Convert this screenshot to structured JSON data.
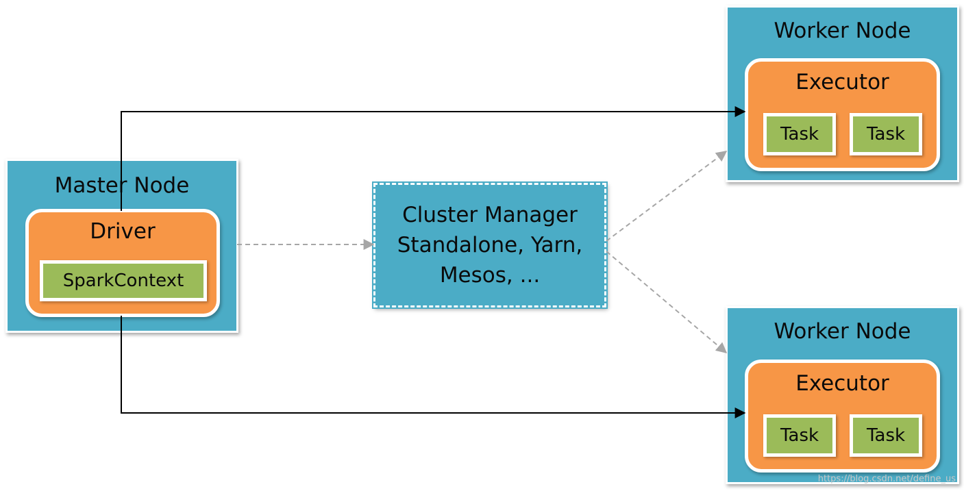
{
  "master": {
    "title": "Master Node",
    "driver": "Driver",
    "context": "SparkContext"
  },
  "cluster_manager": {
    "lines": [
      "Cluster Manager",
      "Standalone, Yarn,",
      "Mesos, ..."
    ]
  },
  "workers": [
    {
      "title": "Worker Node",
      "executor": "Executor",
      "tasks": [
        "Task",
        "Task"
      ]
    },
    {
      "title": "Worker Node",
      "executor": "Executor",
      "tasks": [
        "Task",
        "Task"
      ]
    }
  ],
  "watermark": "https://blog.csdn.net/define_us",
  "colors": {
    "node": "#4bacc6",
    "process": "#f79646",
    "chip": "#9bbb59",
    "dashed_arrow": "#a6a6a6",
    "solid_arrow": "#000000"
  }
}
